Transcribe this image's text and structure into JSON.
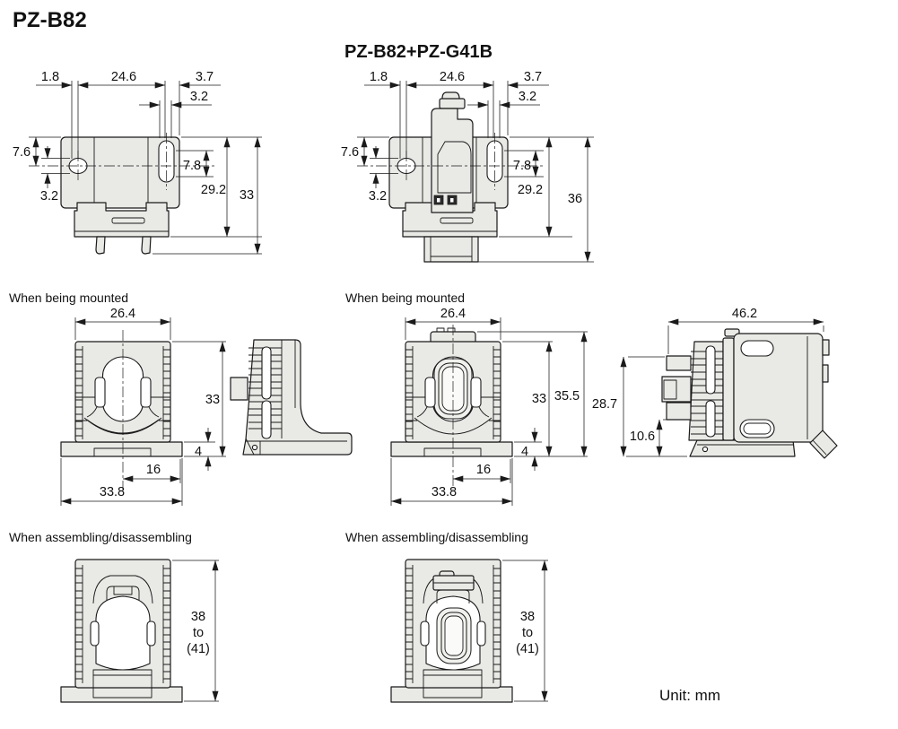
{
  "page": {
    "title": "PZ-B82",
    "combo_title": "PZ-B82+PZ-G41B",
    "unit": "Unit: mm"
  },
  "sections": {
    "mounted": "When being mounted",
    "assembling": "When assembling/disassembling"
  },
  "colors": {
    "body_fill": "#e9e9e6",
    "line": "#1a1a1a",
    "window_fill": "#ffffff"
  },
  "top_view": {
    "dims": {
      "edge_to_hole": "1.8",
      "hole_pitch": "24.6",
      "slot_to_edge": "3.7",
      "slot_width": "3.2",
      "top_to_center": "7.6",
      "hole_width": "3.2",
      "slot_length": "7.8",
      "bracket_height": "29.2",
      "total_height": "33"
    }
  },
  "top_view_combo": {
    "dims": {
      "edge_to_hole": "1.8",
      "hole_pitch": "24.6",
      "slot_to_edge": "3.7",
      "slot_width": "3.2",
      "top_to_center": "7.6",
      "hole_width": "3.2",
      "slot_length": "7.8",
      "bracket_height": "29.2",
      "total_height": "36"
    }
  },
  "front_mounted": {
    "dims": {
      "body_width": "26.4",
      "body_height": "33",
      "flange_height": "4",
      "center_to_edge": "16",
      "base_width": "33.8"
    }
  },
  "front_mounted_combo": {
    "dims": {
      "body_width": "26.4",
      "body_height": "33",
      "total_height": "35.5",
      "flange_height": "4",
      "center_to_edge": "16",
      "base_width": "33.8"
    }
  },
  "side_mounted_combo": {
    "dims": {
      "depth": "46.2",
      "height": "28.7",
      "lower_height": "10.6"
    }
  },
  "front_assembling": {
    "dims": {
      "height_min": "38",
      "range_word": "to",
      "height_max": "(41)"
    }
  },
  "front_assembling_combo": {
    "dims": {
      "height_min": "38",
      "range_word": "to",
      "height_max": "(41)"
    }
  }
}
